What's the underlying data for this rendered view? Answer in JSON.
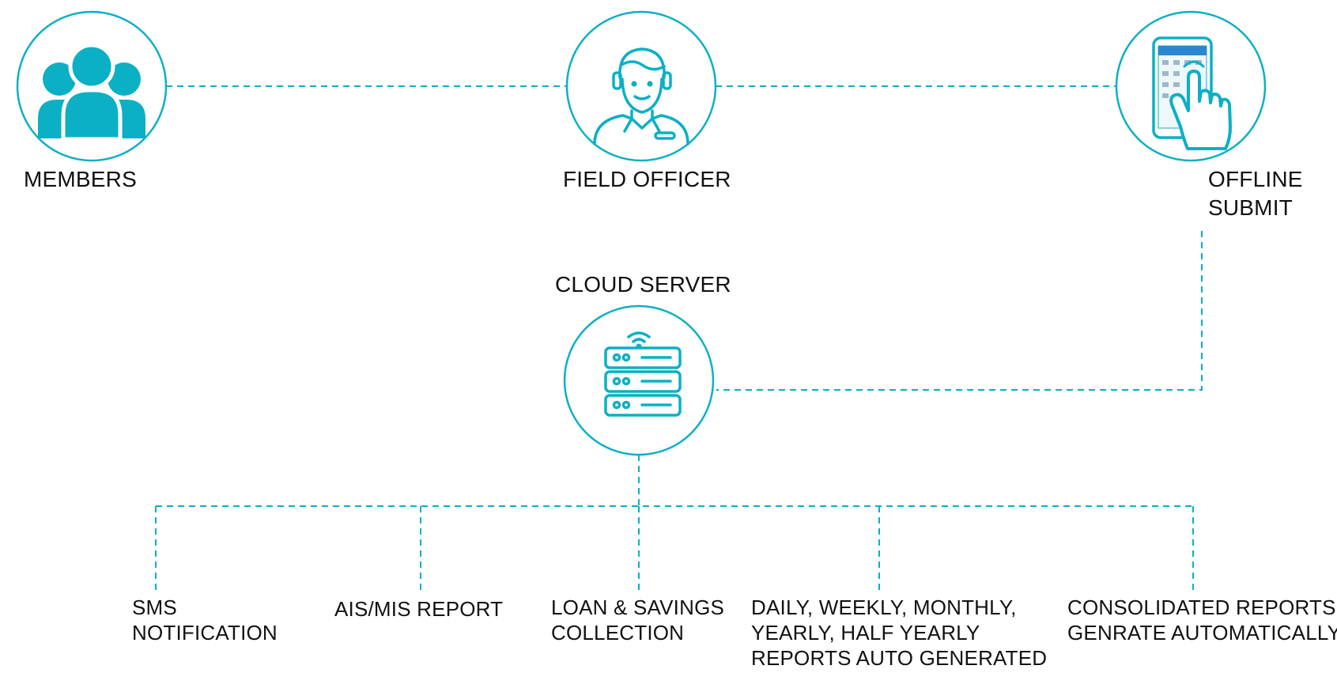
{
  "colors": {
    "accent": "#0bb0c4",
    "text": "#111111",
    "background": "#ffffff"
  },
  "nodes": {
    "members": {
      "label": "MEMBERS",
      "icon": "people-group-icon"
    },
    "field_officer": {
      "label": "FIELD OFFICER",
      "icon": "field-officer-icon"
    },
    "offline_submit": {
      "line1": "OFFLINE",
      "line2": "SUBMIT",
      "icon": "phone-tap-icon"
    },
    "cloud_server": {
      "label": "CLOUD SERVER",
      "icon": "server-rack-icon"
    }
  },
  "outputs": [
    {
      "line1": "SMS",
      "line2": "NOTIFICATION"
    },
    {
      "line1": "AIS/MIS REPORT"
    },
    {
      "line1": "LOAN & SAVINGS",
      "line2": "COLLECTION"
    },
    {
      "line1": "DAILY, WEEKLY, MONTHLY,",
      "line2": "YEARLY, HALF YEARLY",
      "line3": "REPORTS AUTO GENERATED"
    },
    {
      "line1": "CONSOLIDATED REPORTS",
      "line2": "GENRATE AUTOMATICALLY"
    }
  ]
}
